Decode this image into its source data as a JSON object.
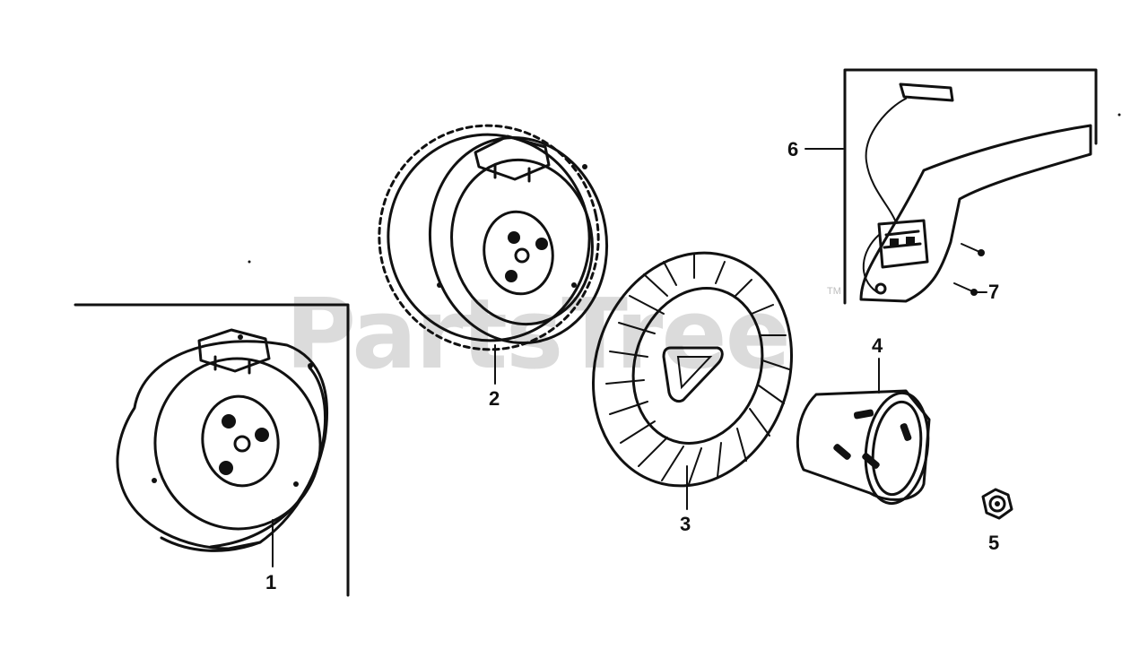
{
  "watermark": {
    "text": "PartsTree",
    "trademark": "TM"
  },
  "callouts": [
    {
      "id": "1",
      "label": "1"
    },
    {
      "id": "2",
      "label": "2"
    },
    {
      "id": "3",
      "label": "3"
    },
    {
      "id": "4",
      "label": "4"
    },
    {
      "id": "5",
      "label": "5"
    },
    {
      "id": "6",
      "label": "6"
    },
    {
      "id": "7",
      "label": "7"
    }
  ],
  "parts": [
    {
      "callout": "1",
      "icon": "flywheel-icon"
    },
    {
      "callout": "2",
      "icon": "flywheel-ring-gear-icon"
    },
    {
      "callout": "3",
      "icon": "cooling-fan-icon"
    },
    {
      "callout": "4",
      "icon": "starter-pulley-cup-icon"
    },
    {
      "callout": "5",
      "icon": "flywheel-nut-icon"
    },
    {
      "callout": "6",
      "icon": "charge-coil-assembly-icon"
    },
    {
      "callout": "7",
      "icon": "screw-icon"
    }
  ],
  "colors": {
    "ink": "#111111",
    "background": "#ffffff",
    "watermark": "#c9c9c9"
  }
}
